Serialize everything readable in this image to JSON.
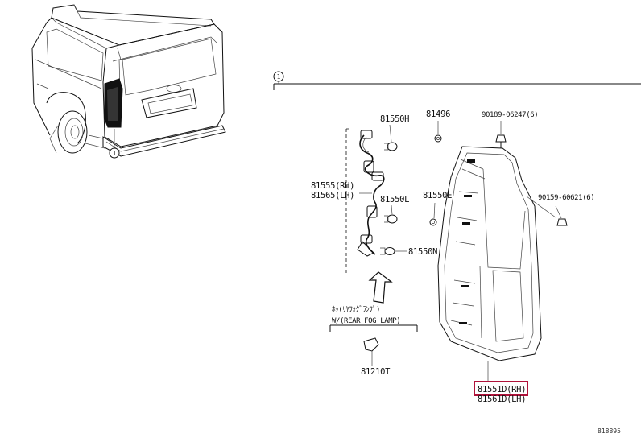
{
  "callout_marker": "1",
  "parts": {
    "p81550H": "81550H",
    "p81496": "81496",
    "p90189": "90189-06247(6)",
    "p81555": "81555(RH)",
    "p81565": "81565(LH)",
    "p81550L": "81550L",
    "p81550E": "81550E",
    "p90159": "90159-60621(6)",
    "p81550N": "81550N",
    "p81210T": "81210T",
    "p81551": "81551D(RH)",
    "p81561": "81561D(LH)"
  },
  "note": {
    "jp": "ﾎｯ(ﾘﾔﾌｫｸﾞﾗﾝﾌﾟ)",
    "en": "W/(REAR FOG LAMP)"
  },
  "diagram_id": "818895",
  "colors": {
    "highlight": "#b0123a",
    "line": "#111111"
  }
}
